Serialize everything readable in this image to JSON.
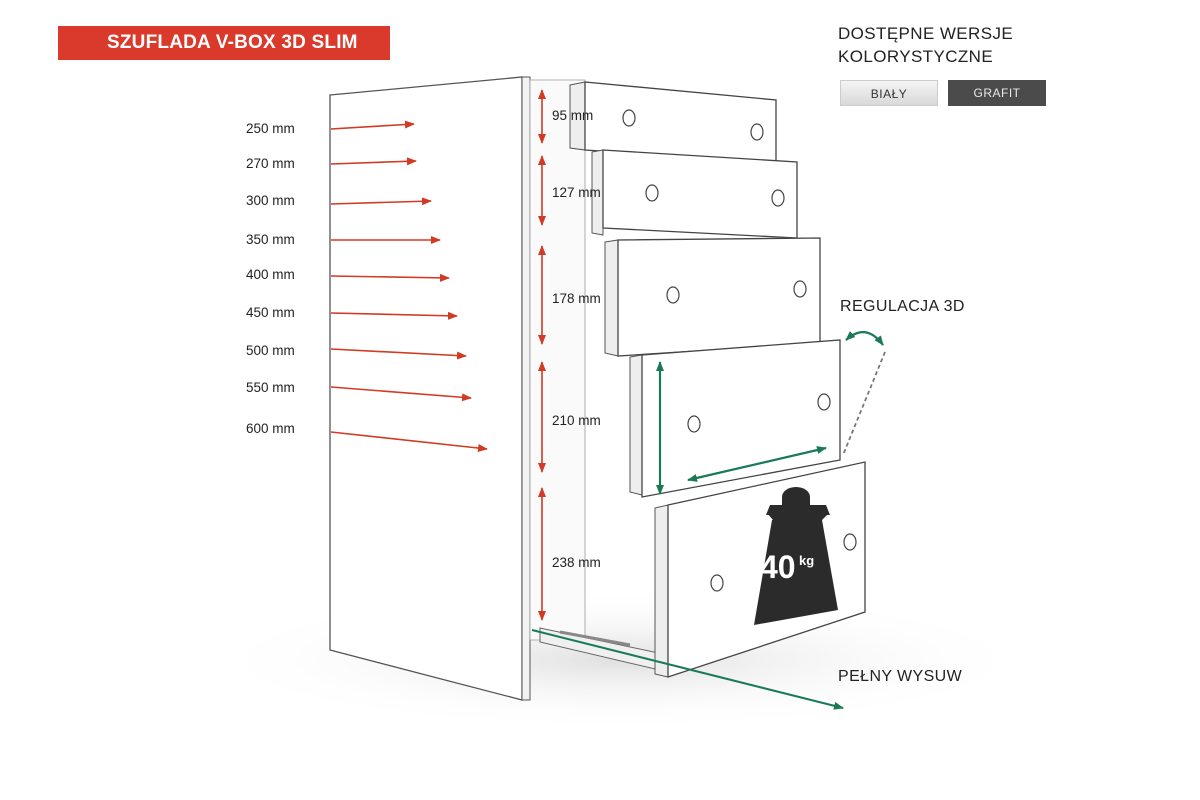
{
  "title": "SZUFLADA V-BOX 3D SLIM",
  "color_versions": {
    "heading_line1": "DOSTĘPNE WERSJE",
    "heading_line2": "KOLORYSTYCZNE",
    "options": [
      "BIAŁY",
      "GRAFIT"
    ]
  },
  "depths": [
    "250 mm",
    "270 mm",
    "300 mm",
    "350 mm",
    "400 mm",
    "450 mm",
    "500 mm",
    "550 mm",
    "600 mm"
  ],
  "drawer_heights": [
    "95 mm",
    "127 mm",
    "178 mm",
    "210 mm",
    "238 mm"
  ],
  "callouts": {
    "adjustment": "REGULACJA 3D",
    "full_extension": "PEŁNY WYSUW"
  },
  "load": {
    "value": "40",
    "unit": "kg"
  },
  "colors": {
    "brand_red": "#d93a2b",
    "arrow_red": "#d23a23",
    "arrow_green": "#1a7a55",
    "graphite": "#4b4b4b",
    "weight_dark": "#2b2b2b"
  }
}
